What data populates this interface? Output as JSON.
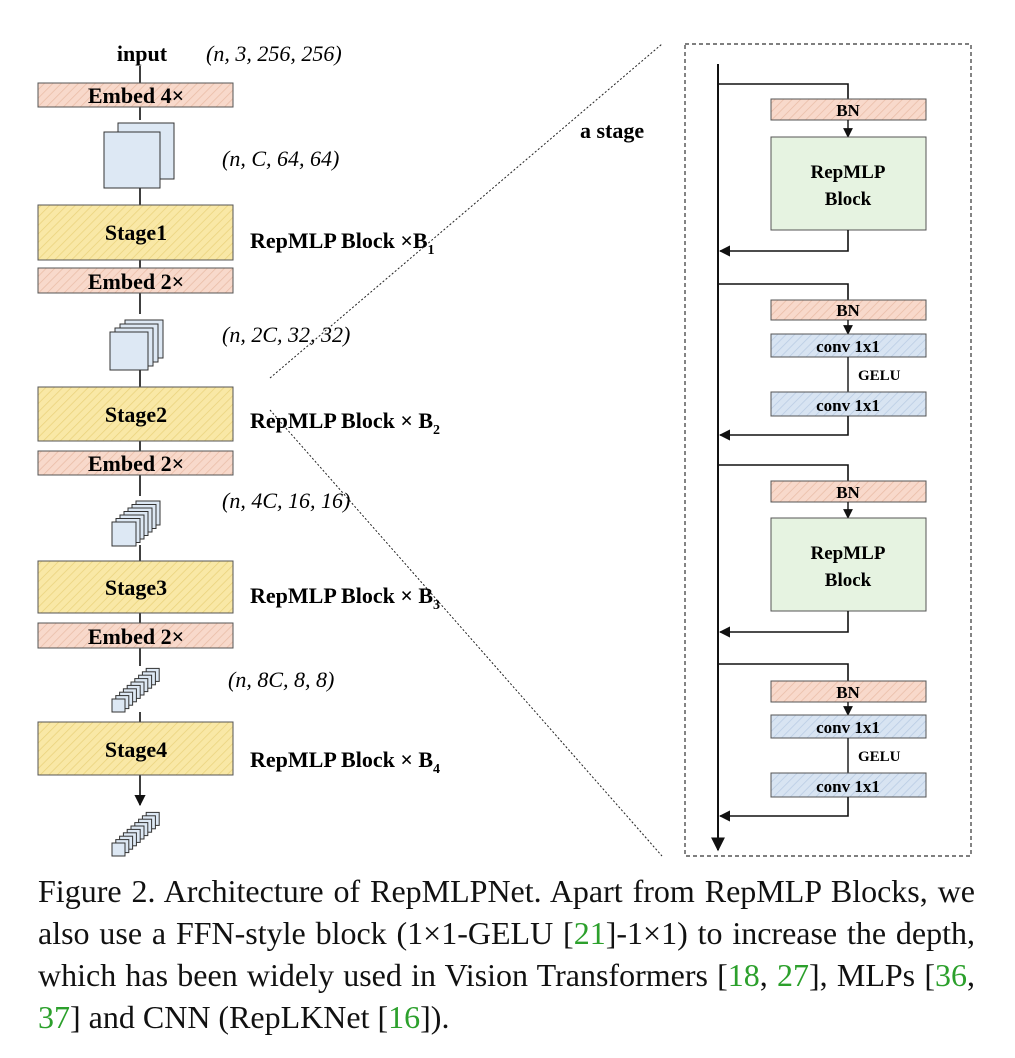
{
  "diagram": {
    "left": {
      "input_label": "input",
      "shapes": [
        {
          "text": "(n, 3, 256, 256)"
        },
        {
          "text": "(n, C, 64, 64)"
        },
        {
          "text": "(n, 2C, 32, 32)"
        },
        {
          "text": "(n, 4C, 16, 16)"
        },
        {
          "text": "(n, 8C, 8, 8)"
        }
      ],
      "embeds": [
        "Embed 4×",
        "Embed 2×",
        "Embed 2×",
        "Embed 2×"
      ],
      "stages": [
        "Stage1",
        "Stage2",
        "Stage3",
        "Stage4"
      ],
      "blocks": [
        {
          "main": "RepMLP Block ×B",
          "sub": "1"
        },
        {
          "main": "RepMLP Block × B",
          "sub": "2"
        },
        {
          "main": "RepMLP Block × B",
          "sub": "3"
        },
        {
          "main": "RepMLP Block × B",
          "sub": "4"
        }
      ]
    },
    "right": {
      "title": "a stage",
      "bn": "BN",
      "repmlp_line1": "RepMLP",
      "repmlp_line2": "Block",
      "conv": "conv 1x1",
      "gelu": "GELU"
    },
    "colors": {
      "embed_fill": "#f8d9cb",
      "stage_fill": "#f9e8a6",
      "repmlp_fill": "#e6f3e1",
      "conv_fill": "#d8e4f2",
      "cube_fill": "#dde8f4"
    }
  },
  "caption": {
    "p1": "Figure 2.  Architecture of RepMLPNet.  Apart from RepMLP Blocks, we also use a FFN-style block (1×1-GELU [",
    "r1": "21",
    "p2": "]-1×1) to increase the depth, which has been widely used in Vision Transformers [",
    "r2": "18",
    "p3": ", ",
    "r3": "27",
    "p4": "], MLPs [",
    "r4": "36",
    "p5": ", ",
    "r5": "37",
    "p6": "] and CNN (RepLKNet [",
    "r6": "16",
    "p7": "])."
  }
}
